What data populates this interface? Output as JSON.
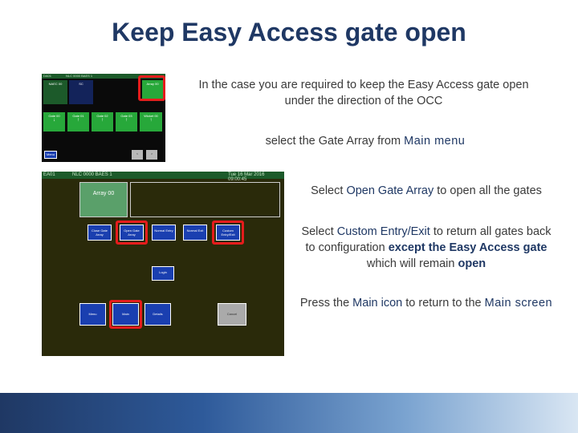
{
  "title": "Keep Easy Access gate open",
  "screenshot1": {
    "status_left": "DA01",
    "status_mid": "NLC 0000 BAES 1",
    "top_tiles": [
      "NAEC 00",
      "SC",
      "Array 00"
    ],
    "gates": [
      {
        "name": "Gate 00",
        "arrow": "↓"
      },
      {
        "name": "Gate 01",
        "arrow": "↑"
      },
      {
        "name": "Gate 02",
        "arrow": "↑"
      },
      {
        "name": "Gate 03",
        "arrow": "↑"
      },
      {
        "name": "Wicket 00",
        "arrow": "↑"
      }
    ],
    "menu_label": "Menu"
  },
  "screenshot2": {
    "status_left": "EA01",
    "status_mid": "NLC 0000 BAES 1",
    "status_right": "Tue 16 Mar 2016 09:00:45",
    "array_label": "Array 00",
    "buttons_row1": [
      "Close Gate Array",
      "Open Gate Array",
      "Normal Entry",
      "Normal Exit",
      "Custom Entry/Exit"
    ],
    "login_label": "Login",
    "buttons_row3": [
      "Menu",
      "Main",
      "Details",
      "Cancel"
    ]
  },
  "instructions": {
    "p1": "In the case you are required to keep the Easy Access gate open under the direction of the OCC",
    "p2_pre": "select the Gate Array from ",
    "p2_hl": "Main menu",
    "p3_pre": "Select ",
    "p3_hl": "Open Gate Array",
    "p3_post": " to open all the gates",
    "p4_pre": "Select ",
    "p4_hl": "Custom Entry/Exit",
    "p4_mid": " to return all gates back to configuration ",
    "p4_bold": "except the Easy Access gate",
    "p4_mid2": " which will remain ",
    "p4_open": "open",
    "p5_pre": "Press the ",
    "p5_hl": "Main icon",
    "p5_mid": " to return to the ",
    "p5_hl2": "Main screen"
  }
}
